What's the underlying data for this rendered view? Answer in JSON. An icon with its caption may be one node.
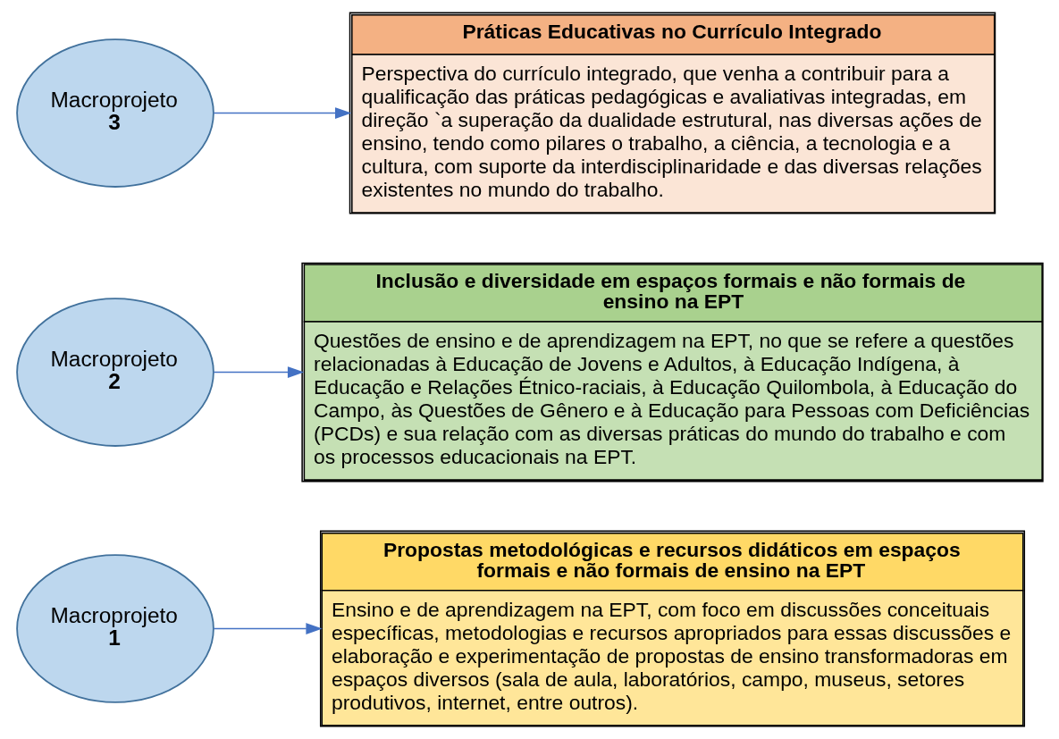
{
  "diagram": {
    "nodes": [
      {
        "text": [
          "Macroprojeto",
          "1"
        ]
      },
      {
        "text": [
          "Propostas metodológicas e recursos didáticos em espaços formais e não formais de ensino na EPT",
          "Ensino e de aprendizagem na EPT, com foco em discussões conceituais específicas, metodologias e recursos apropriados para essas discussões e elaboração e experimentação de propostas de ensino transformadoras em espaços diversos (sala de aula, laboratórios, campo, museus, setores produtivos, internet, entre outros)."
        ]
      },
      {
        "text": [
          "Macroprojeto",
          "2"
        ]
      },
      {
        "text": [
          "Inclusão e diversidade em espaços formais e não formais de ensino na EPT",
          "Questões de ensino e de aprendizagem na EPT, no que se refere a questões relacionadas à Educação de Jovens e Adultos, à Educação Indígena, à Educação e Relações Étnico-raciais, à Educação Quilombola, à Educação do Campo, às Questões de Gênero e à Educação para Pessoas com Deficiências (PCDs) e sua relação com as diversas práticas do mundo do trabalho e com os processos educacionais na EPT."
        ]
      },
      {
        "text": [
          "Macroprojeto",
          "3"
        ]
      },
      {
        "text": [
          "Práticas Educativas no Currículo Integrado",
          "Perspectiva do currículo integrado, que venha a contribuir para a qualificação das práticas pedagógicas e avaliativas integradas, em direção `a superação da dualidade estrutural, nas diversas ações de ensino, tendo como pilares o trabalho, a ciência, a tecnologia e a cultura, com suporte da interdisciplinaridade e das diversas relações existentes no mundo do trabalho."
        ]
      }
    ],
    "edges": [
      {
        "from": 0,
        "to": 1,
        "arrow": "to"
      },
      {
        "from": 2,
        "to": 3,
        "arrow": "to"
      },
      {
        "from": 4,
        "to": 5,
        "arrow": "to"
      }
    ]
  }
}
